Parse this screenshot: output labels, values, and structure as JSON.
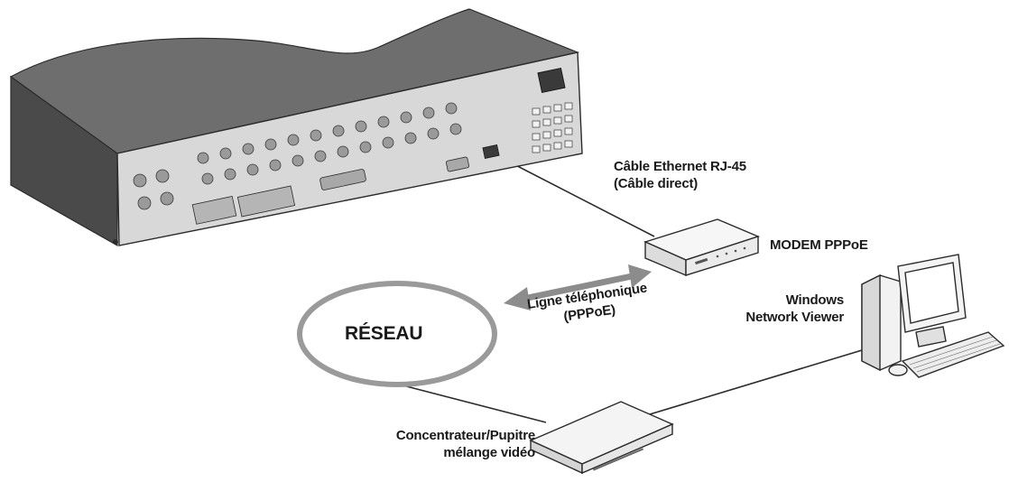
{
  "labels": {
    "ethernet_cable": [
      "Câble Ethernet RJ-45",
      "(Câble direct)"
    ],
    "modem": "MODEM PPPoE",
    "pc": [
      "Windows",
      "Network Viewer"
    ],
    "network": "RÉSEAU",
    "phone_line": [
      "Ligne téléphonique",
      "(PPPoE)"
    ],
    "hub": [
      "Concentrateur/Pupitre",
      "mélange vidéo"
    ]
  },
  "icons": [
    "dvr-rear-panel-icon",
    "modem-icon",
    "network-cloud-icon",
    "hub-switch-icon",
    "desktop-computer-icon"
  ],
  "colors": {
    "line": "#2b2b2b",
    "device_fill": "#efefef",
    "dvr_body": "#5a5a5a",
    "panel": "#d9d9d9",
    "arrow": "#8c8c8c",
    "text": "#1a1a1a"
  }
}
